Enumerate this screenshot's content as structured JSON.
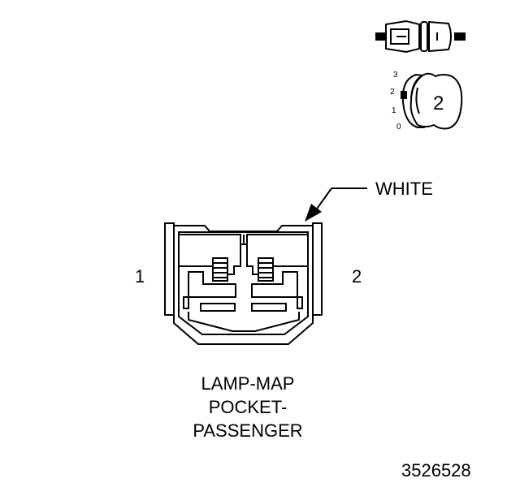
{
  "connector": {
    "color_label": "WHITE",
    "pin_left": "1",
    "pin_right": "2",
    "title_lines": [
      "LAMP-MAP",
      "POCKET-",
      "PASSENGER"
    ]
  },
  "key_view": {
    "ticks": [
      "3",
      "2",
      "1",
      "0"
    ],
    "cavity_number": "2"
  },
  "figure_number": "3526528"
}
